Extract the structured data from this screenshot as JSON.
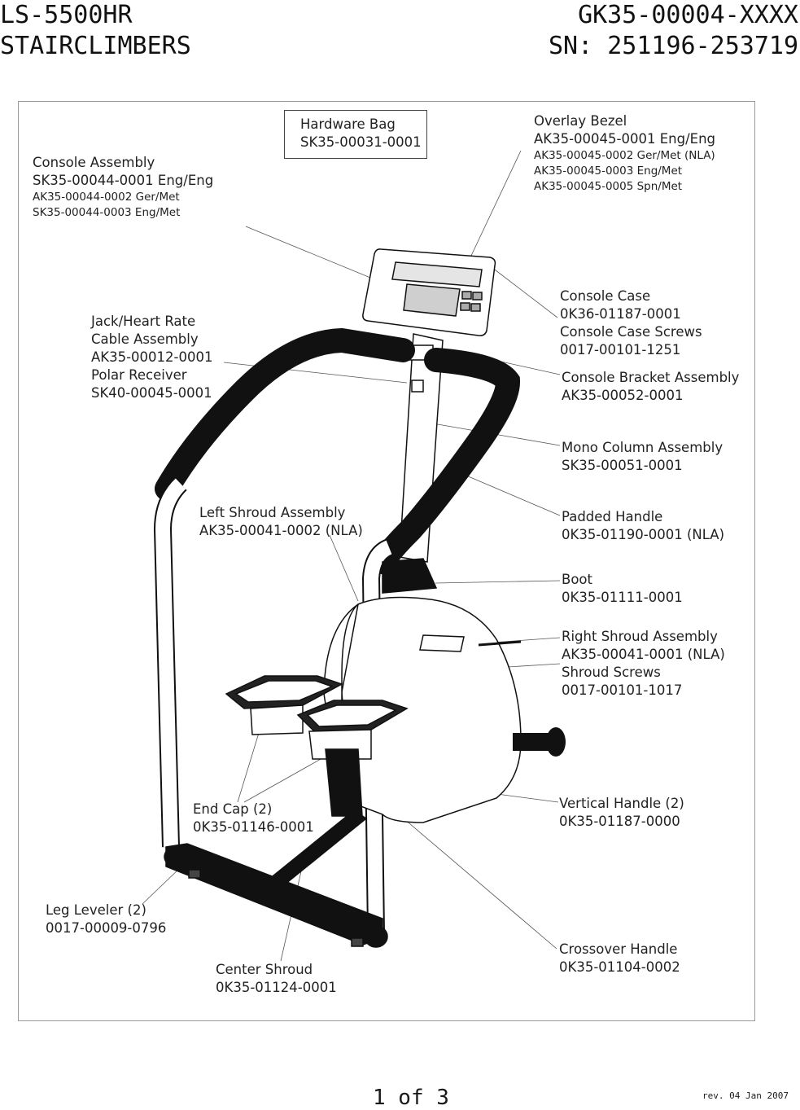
{
  "header": {
    "model": "LS-5500HR",
    "product": "STAIRCLIMBERS",
    "part_number": "GK35-00004-XXXX",
    "serial_range": "SN: 251196-253719"
  },
  "callouts": {
    "hardware_bag": {
      "name": "Hardware Bag",
      "part": "SK35-00031-0001"
    },
    "console_assembly": {
      "name": "Console Assembly",
      "part": "SK35-00044-0001 Eng/Eng",
      "alt1": "AK35-00044-0002 Ger/Met",
      "alt2": "SK35-00044-0003 Eng/Met"
    },
    "overlay_bezel": {
      "name": "Overlay Bezel",
      "part": "AK35-00045-0001 Eng/Eng",
      "alt1": "AK35-00045-0002 Ger/Met (NLA)",
      "alt2": "AK35-00045-0003 Eng/Met",
      "alt3": "AK35-00045-0005 Spn/Met"
    },
    "jack_cable": {
      "line1": "Jack/Heart Rate",
      "line2": "Cable Assembly",
      "part": "AK35-00012-0001",
      "name2": "Polar Receiver",
      "part2": "SK40-00045-0001"
    },
    "console_case": {
      "name": "Console Case",
      "part": "0K36-01187-0001",
      "name2": "Console Case Screws",
      "part2": "0017-00101-1251"
    },
    "console_bracket": {
      "name": "Console Bracket Assembly",
      "part": "AK35-00052-0001"
    },
    "mono_column": {
      "name": "Mono Column Assembly",
      "part": "SK35-00051-0001"
    },
    "left_shroud": {
      "name": "Left Shroud Assembly",
      "part": "AK35-00041-0002 (NLA)"
    },
    "padded_handle": {
      "name": "Padded Handle",
      "part": "0K35-01190-0001 (NLA)"
    },
    "boot": {
      "name": "Boot",
      "part": "0K35-01111-0001"
    },
    "right_shroud": {
      "name": "Right Shroud Assembly",
      "part": "AK35-00041-0001 (NLA)",
      "name2": "Shroud Screws",
      "part2": "0017-00101-1017"
    },
    "end_cap": {
      "name": "End Cap (2)",
      "part": "0K35-01146-0001"
    },
    "vertical_handle": {
      "name": "Vertical Handle (2)",
      "part": "0K35-01187-0000"
    },
    "leg_leveler": {
      "name": "Leg Leveler (2)",
      "part": "0017-00009-0796"
    },
    "crossover_handle": {
      "name": "Crossover Handle",
      "part": "0K35-01104-0002"
    },
    "center_shroud": {
      "name": "Center Shroud",
      "part": "0K35-01124-0001"
    }
  },
  "footer": {
    "page": "1 of 3",
    "revision": "rev. 04 Jan 2007"
  }
}
